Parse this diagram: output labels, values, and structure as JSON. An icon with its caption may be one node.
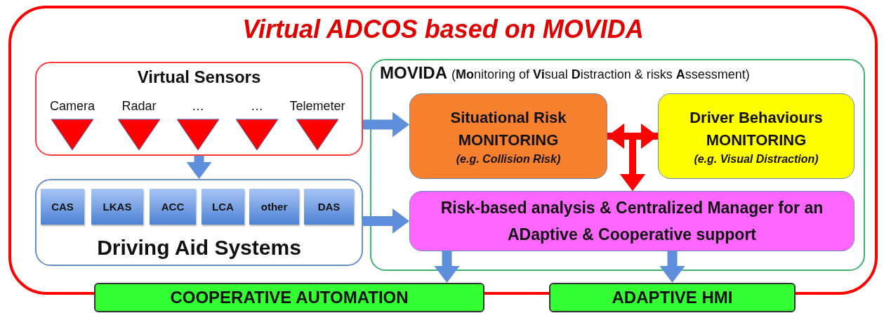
{
  "diagram": {
    "nodes": [
      {
        "text": [
          "Virtual ADCOS based on MOVIDA"
        ]
      },
      {
        "text": [
          "Virtual Sensors"
        ],
        "in": 0
      },
      {
        "text": [
          "Camera"
        ],
        "in": 1
      },
      {
        "text": [
          "Radar"
        ],
        "in": 1
      },
      {
        "text": [
          "…"
        ],
        "in": 1
      },
      {
        "text": [
          "…"
        ],
        "in": 1
      },
      {
        "text": [
          "Telemeter"
        ],
        "in": 1
      },
      {
        "text": [
          "Driving Aid Systems"
        ],
        "in": 0
      },
      {
        "text": [
          "CAS"
        ],
        "in": 7
      },
      {
        "text": [
          "LKAS"
        ],
        "in": 7
      },
      {
        "text": [
          "ACC"
        ],
        "in": 7
      },
      {
        "text": [
          "LCA"
        ],
        "in": 7
      },
      {
        "text": [
          "other"
        ],
        "in": 7
      },
      {
        "text": [
          "DAS"
        ],
        "in": 7
      },
      {
        "text": [
          "MOVIDA",
          "(**Mo**nitoring of **Vi**sual **D**istraction & risks **A**ssessment)"
        ],
        "in": 0
      },
      {
        "text": [
          "Situational Risk MONITORING",
          "(e.g. Collision Risk)"
        ],
        "in": 14
      },
      {
        "text": [
          "Driver Behaviours MONITORING",
          "(e.g. Visual Distraction)"
        ],
        "in": 14
      },
      {
        "text": [
          "Risk-based analysis & Centralized Manager for an **AD**aptive & **Co**operative support"
        ],
        "in": 14
      },
      {
        "text": [
          "**CO**OPERATIVE AUTOMATION"
        ]
      },
      {
        "text": [
          "**AD**APTIVE HMI"
        ]
      }
    ],
    "edges": [
      {
        "from": 1,
        "to": 15,
        "arrow": "to"
      },
      {
        "from": 1,
        "to": 7,
        "arrow": "to"
      },
      {
        "from": 7,
        "to": 17,
        "arrow": "to"
      },
      {
        "from": 15,
        "to": 16,
        "arrow": "both",
        "color": "#ff0000"
      },
      {
        "from": 15,
        "to": 17,
        "arrow": "to",
        "color": "#ff0000"
      },
      {
        "from": 16,
        "to": 17,
        "arrow": "to",
        "color": "#ff0000"
      },
      {
        "from": 17,
        "to": 18,
        "arrow": "to"
      },
      {
        "from": 17,
        "to": 19,
        "arrow": "to"
      }
    ]
  }
}
